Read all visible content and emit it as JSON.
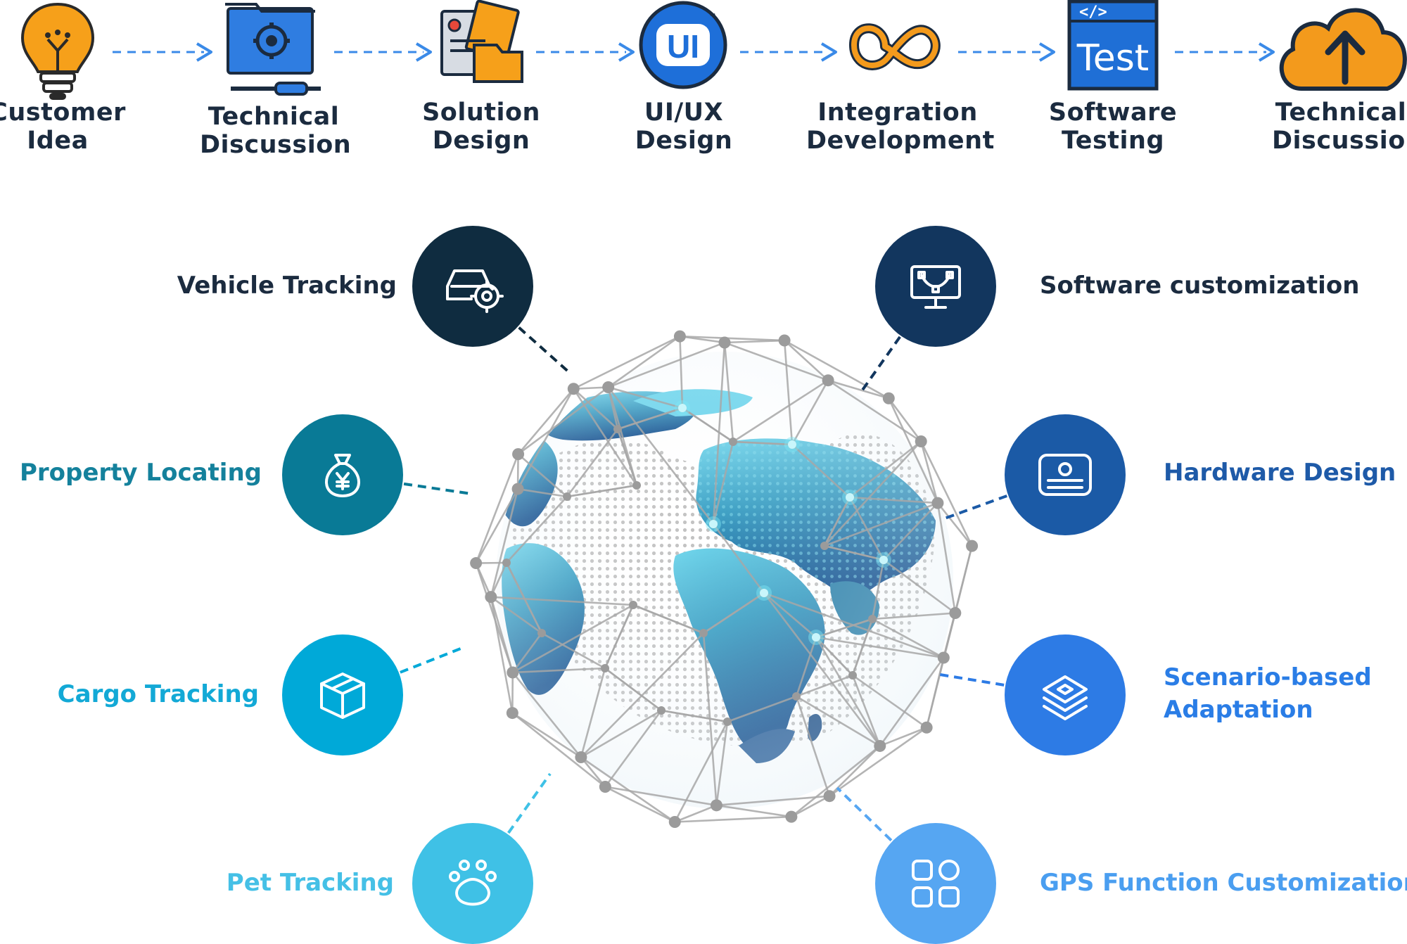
{
  "process": {
    "steps": [
      {
        "line1": "Customer",
        "line2": "Idea",
        "icon": "lightbulb-icon",
        "color": "#f6a01a"
      },
      {
        "line1": "Technical",
        "line2": "Discussion",
        "icon": "folder-gear-tools-icon",
        "color": "#2f7de1"
      },
      {
        "line1": "Solution",
        "line2": "Design",
        "icon": "documents-folder-icon",
        "color": "#f6a01a"
      },
      {
        "line1": "UI/UX",
        "line2": "Design",
        "icon": "ui-badge-icon",
        "color": "#1e6fd9"
      },
      {
        "line1": "Integration",
        "line2": "Development",
        "icon": "infinity-loop-icon",
        "color": "#f39a1c"
      },
      {
        "line1": "Software",
        "line2": "Testing",
        "icon": "test-window-icon",
        "color": "#1f6fd6"
      },
      {
        "line1": "Technical",
        "line2": "Discussion",
        "icon": "cloud-upload-icon",
        "color": "#f39a1c"
      }
    ],
    "arrow_color": "#3a8ae8",
    "ui_badge_text": "UI",
    "test_badge_text": "Test",
    "code_tag_text": "</>"
  },
  "features": {
    "left": [
      {
        "label": "Vehicle Tracking",
        "icon": "car-target-icon",
        "color": "#0f2c40",
        "text_color": "#1b2b3f"
      },
      {
        "label": "Property Locating",
        "icon": "money-bag-icon",
        "color": "#097a96",
        "text_color": "#14819c"
      },
      {
        "label": "Cargo Tracking",
        "icon": "package-box-icon",
        "color": "#00a9d8",
        "text_color": "#13a9d6"
      },
      {
        "label": "Pet Tracking",
        "icon": "paw-icon",
        "color": "#3fc1e6",
        "text_color": "#45c0e6"
      }
    ],
    "right": [
      {
        "label": "Software customization",
        "icon": "monitor-vector-icon",
        "color": "#12365e",
        "text_color": "#1b2b3f"
      },
      {
        "label": "Hardware Design",
        "icon": "device-card-icon",
        "color": "#1b5aa6",
        "text_color": "#1e5aa8"
      },
      {
        "label": "Scenario-based",
        "label2": "Adaptation",
        "icon": "layers-icon",
        "color": "#2d7be5",
        "text_color": "#2a7de6"
      },
      {
        "label": "GPS Function Customization",
        "icon": "grid-apps-icon",
        "color": "#56a6f2",
        "text_color": "#4a9ef0"
      }
    ]
  },
  "globe": {
    "ocean_color": "#ffffff",
    "land_color": "#2a7fa6",
    "land_highlight": "#5fd3ea",
    "mesh_color": "#a7a7a7",
    "node_color": "#9b9b9b",
    "glow_node_color": "#7fe6f5",
    "dot_color": "#c3c3c3"
  }
}
